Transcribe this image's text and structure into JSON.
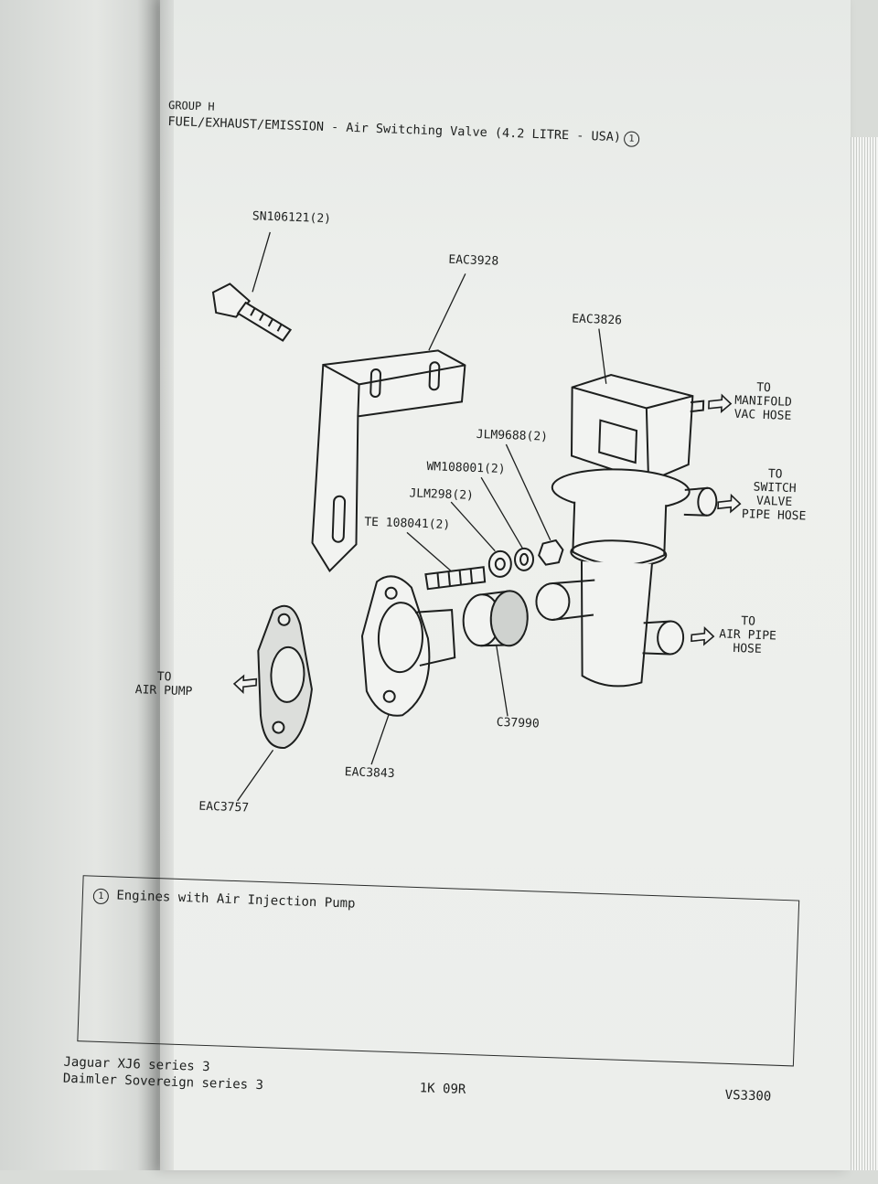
{
  "header": {
    "group": "GROUP H",
    "title": "FUEL/EXHAUST/EMISSION - Air Switching Valve (4.2 LITRE - USA)",
    "title_note_ref": "1"
  },
  "parts": {
    "bolt": "SN106121(2)",
    "bracket": "EAC3928",
    "valve": "EAC3826",
    "nut": "JLM9688(2)",
    "washer_spring": "WM108001(2)",
    "washer_plain": "JLM298(2)",
    "stud": "TE 108041(2)",
    "flange": "EAC3843",
    "sleeve": "C37990",
    "gasket": "EAC3757"
  },
  "destinations": {
    "manifold": [
      "TO",
      "MANIFOLD",
      "VAC HOSE"
    ],
    "switch_valve": [
      "TO",
      "SWITCH",
      "VALVE",
      "PIPE HOSE"
    ],
    "air_pipe": [
      "TO",
      "AIR PIPE",
      "HOSE"
    ],
    "air_pump": [
      "TO",
      "AIR PUMP"
    ]
  },
  "notes": [
    {
      "ref": "1",
      "text": "Engines with Air Injection Pump"
    }
  ],
  "footer": {
    "model_line_1": "Jaguar XJ6 series 3",
    "model_line_2": "Daimler Sovereign series 3",
    "page_code": "1K 09R",
    "doc_code": "VS3300"
  }
}
